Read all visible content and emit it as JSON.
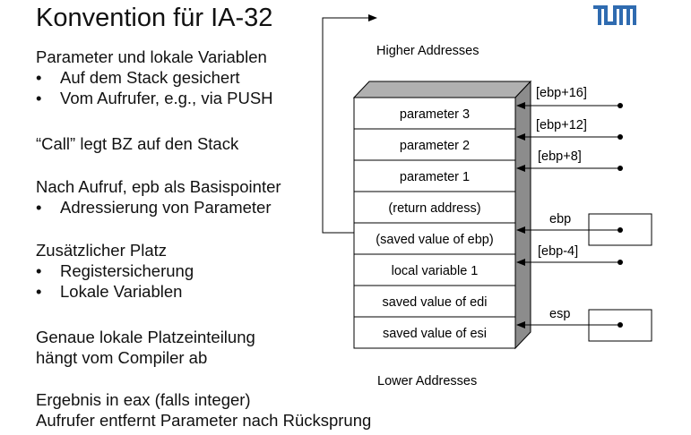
{
  "title": "Konvention für IA-32",
  "blocks": {
    "params_heading": "Parameter und lokale Variablen",
    "params_bullets": [
      "Auf dem Stack gesichert",
      "Vom Aufrufer, e.g., via PUSH"
    ],
    "call_line": "“Call” legt BZ auf den Stack",
    "after_call": "Nach Aufruf, epb als Basispointer",
    "after_call_bullets": [
      "Adressierung von Parameter"
    ],
    "extra_space": "Zusätzlicher Platz",
    "extra_bullets": [
      "Registersicherung",
      "Lokale Variablen"
    ],
    "layout_line1": "Genaue lokale Platzeinteilung",
    "layout_line2": "hängt vom Compiler ab",
    "result_line1": "Ergebnis in eax (falls integer)",
    "result_line2": "Aufrufer entfernt Parameter nach Rücksprung"
  },
  "bullet_symbol": "•",
  "diagram": {
    "higher": "Higher Addresses",
    "lower": "Lower Addresses",
    "cells": [
      "parameter 3",
      "parameter 2",
      "parameter 1",
      "(return address)",
      "(saved value of ebp)",
      "local variable 1",
      "saved value of edi",
      "saved value of esi"
    ],
    "refs": [
      "[ebp+16]",
      "[ebp+12]",
      "[ebp+8]",
      "[ebp-4]"
    ],
    "regs": [
      "ebp",
      "esp"
    ]
  },
  "colors": {
    "logo": "#2f6bb0",
    "line": "#000000"
  }
}
